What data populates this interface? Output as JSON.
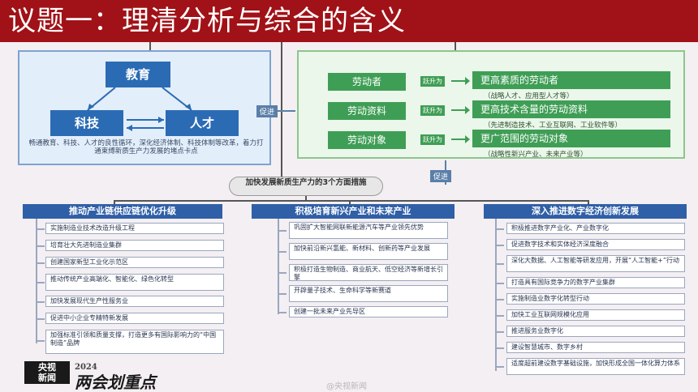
{
  "title": "议题一：理清分析与综合的含义",
  "left_panel": {
    "top_node": "教育",
    "left_node": "科技",
    "right_node": "人才",
    "caption": "畅通教育、科技、人才的良性循环，深化经济体制、科技体制等改革，着力打通束缚新质生产力发展的堵点卡点"
  },
  "promote_labels": {
    "middle": "促进",
    "lower": "促进"
  },
  "right_panel": {
    "rows": [
      {
        "left": "劳动者",
        "mid": "跃升为",
        "right": "更高素质的劳动者",
        "sub": "（战略人才、应用型人才等）"
      },
      {
        "left": "劳动资料",
        "mid": "跃升为",
        "right": "更高技术含量的劳动资料",
        "sub": "（先进制造技术、工业互联网、工业软件等）"
      },
      {
        "left": "劳动对象",
        "mid": "跃升为",
        "right": "更广范围的劳动对象",
        "sub": "（战略性新兴产业、未来产业等）"
      }
    ]
  },
  "center_label": "加快发展新质生产力的3个方面措施",
  "columns": [
    {
      "header": "推动产业链供应链优化升级",
      "items": [
        "实施制造业技术改造升级工程",
        "培育壮大先进制造业集群",
        "创建国家新型工业化示范区",
        "推动传统产业高端化、智能化、绿色化转型",
        "加快发展现代生产性服务业",
        "促进中小企业专精特新发展",
        "加强标准引领和质量支撑，打造更多有国际影响力的“中国制造”品牌"
      ]
    },
    {
      "header": "积极培育新兴产业和未来产业",
      "items": [
        "巩固扩大智能网联新能源汽车等产业领先优势",
        "加快前沿新兴氢能、新材料、创新药等产业发展",
        "积极打造生物制造、商业航天、低空经济等新增长引擎",
        "开辟量子技术、生命科学等新赛道",
        "创建一批未来产业先导区"
      ]
    },
    {
      "header": "深入推进数字经济创新发展",
      "items": [
        "积极推进数字产业化、产业数字化",
        "促进数字技术和实体经济深度融合",
        "深化大数据、人工智能等研发应用，开展“人工智能+”行动",
        "打造具有国际竞争力的数字产业集群",
        "实施制造业数字化转型行动",
        "加快工业互联网规模化应用",
        "推进服务业数字化",
        "建设智慧城市、数字乡村",
        "适度超前建设数字基础设施，加快形成全国一体化算力体系"
      ]
    }
  ],
  "logos": {
    "box_line1": "央视",
    "box_line2": "新闻",
    "year": "2024",
    "slogan": "两会划重点"
  },
  "watermark": "@央视新闻",
  "colors": {
    "title_bar": "#a01217",
    "blue_node": "#2b6bb4",
    "green_node": "#3f9e55",
    "column_header": "#2f5fa7"
  }
}
